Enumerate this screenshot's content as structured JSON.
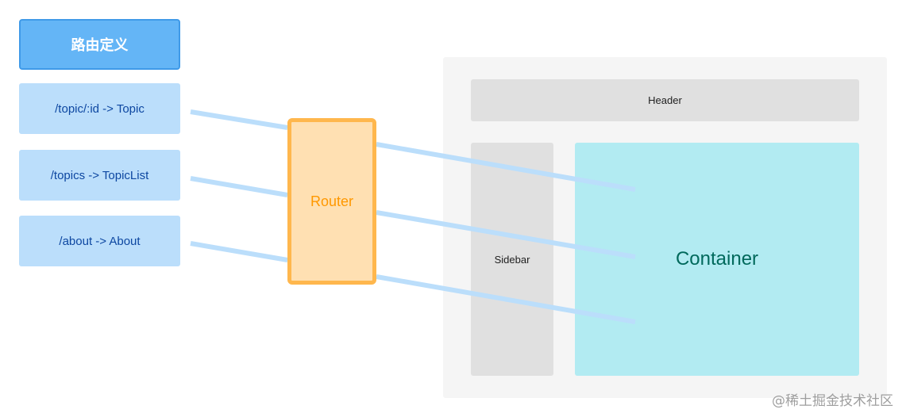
{
  "routes": {
    "title": "路由定义",
    "items": [
      "/topic/:id -> Topic",
      "/topics -> TopicList",
      "/about -> About"
    ]
  },
  "router": {
    "label": "Router"
  },
  "layout": {
    "header": "Header",
    "sidebar": "Sidebar",
    "container": "Container"
  },
  "watermark": "@稀土掘金技术社区",
  "colors": {
    "route_title_bg": "#64b5f6",
    "route_bg": "#bbdefb",
    "route_text": "#0d47a1",
    "router_fill": "#ffe0b2",
    "router_border": "#ffb74d",
    "router_text": "#ff9800",
    "layout_bg": "#f5f5f5",
    "panel_bg": "#e0e0e0",
    "container_bg": "#b2ebf2",
    "container_text": "#00695c",
    "connector": "#bbdefb"
  }
}
